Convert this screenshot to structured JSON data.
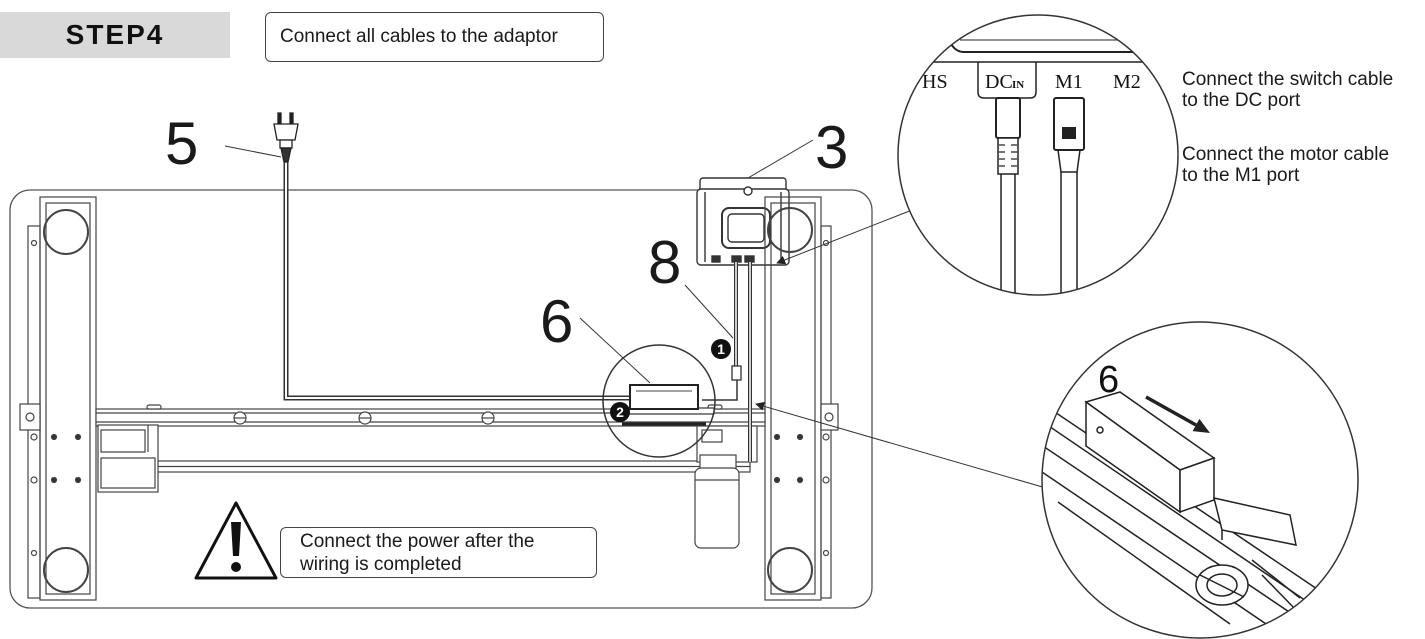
{
  "step": {
    "label": "STEP4"
  },
  "instruction": {
    "text": "Connect all cables to the adaptor"
  },
  "callouts": {
    "power_plug": "5",
    "control_box": "3",
    "cable": "8",
    "cable_clip": "6"
  },
  "markers": {
    "first": "1",
    "second": "2"
  },
  "port_detail": {
    "ports": {
      "hs": "HS",
      "dc": "DC",
      "dc_suffix": "IN",
      "m1": "M1",
      "m2": "M2"
    }
  },
  "notes": {
    "switch_cable": [
      "Connect the switch cable",
      "to the DC port"
    ],
    "motor_cable": [
      "Connect the motor cable",
      "to the M1 port"
    ]
  },
  "clip_detail": {
    "label": "6"
  },
  "warning": {
    "icon": "warning-triangle-icon",
    "lines": [
      "Connect the power after the",
      "wiring is completed"
    ]
  },
  "colors": {
    "step_background": "#d9d9d9",
    "line": "#222222",
    "marker_fill": "#111111"
  }
}
